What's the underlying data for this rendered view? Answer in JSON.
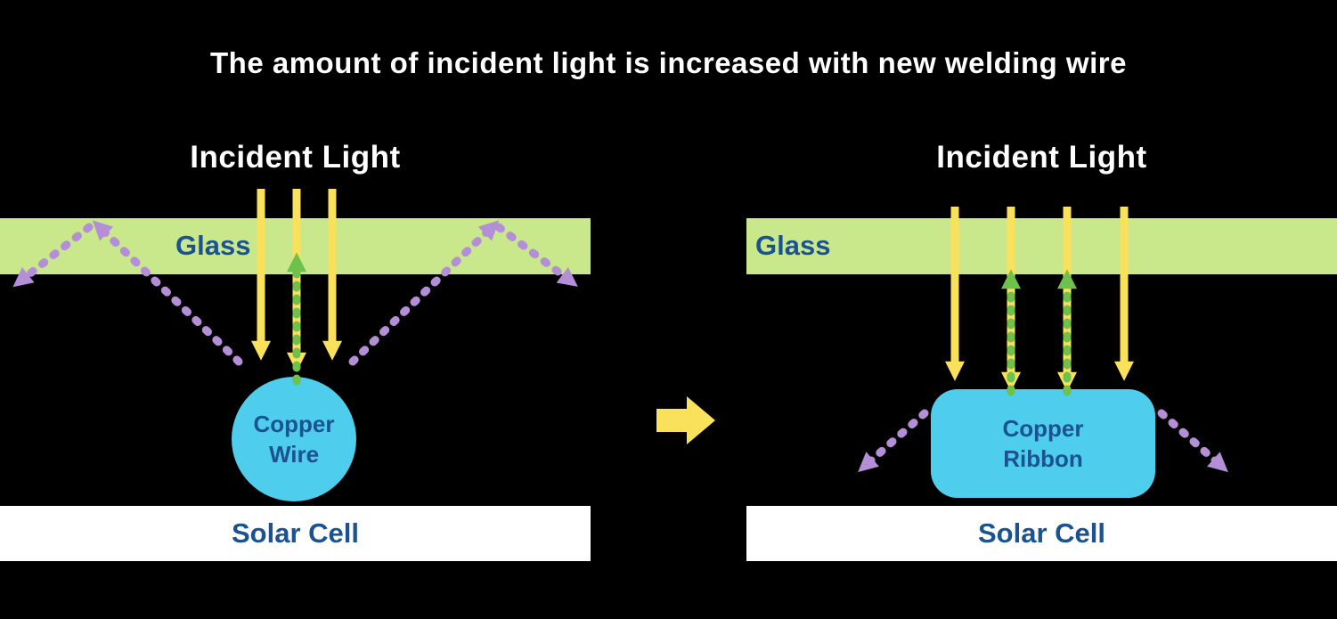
{
  "title": "The amount of incident light is increased with new welding wire",
  "left_panel": {
    "heading": "Incident Light",
    "glass_label": "Glass",
    "reflector_label": "Copper Wire",
    "solar_cell_label": "Solar Cell"
  },
  "right_panel": {
    "heading": "Incident Light",
    "glass_label": "Glass",
    "reflector_label": "Copper Ribbon",
    "solar_cell_label": "Solar Cell"
  },
  "colors": {
    "background": "#000000",
    "title_text": "#ffffff",
    "label_text": "#1a5292",
    "glass_fill": "#c9e88c",
    "solar_cell_fill": "#ffffff",
    "copper_fill": "#4ecdec",
    "incident_light_arrow": "#f9e15c",
    "reflected_light_arrow": "#6ec24b",
    "lost_light_arrow": "#b48fd8"
  }
}
